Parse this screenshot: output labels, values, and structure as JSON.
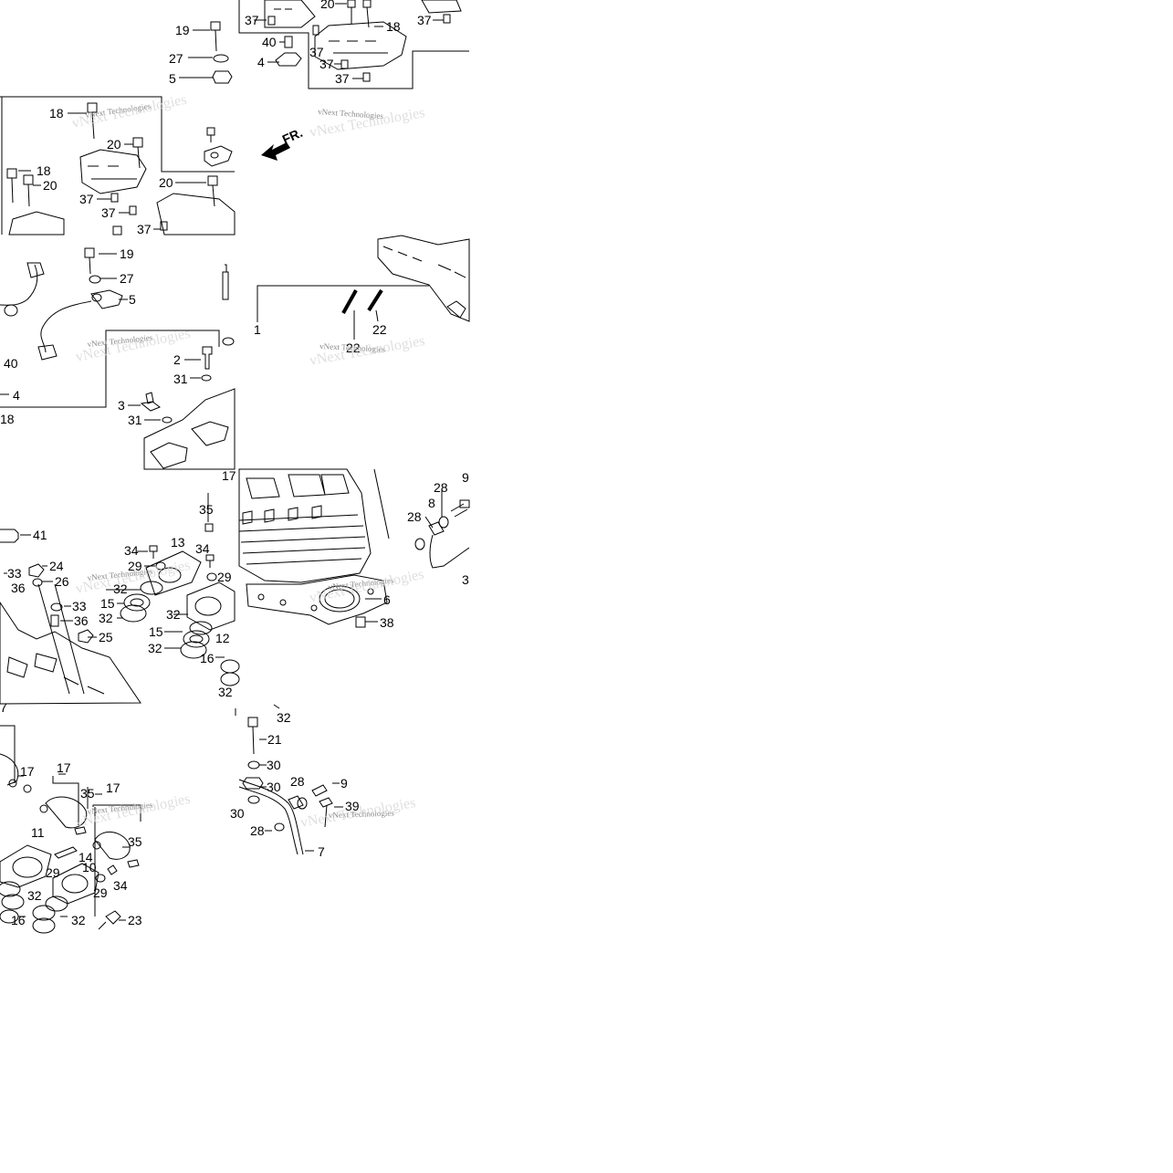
{
  "watermark": "vNext Technologies",
  "front_marker": "FR.",
  "callouts": [
    "1",
    "2",
    "3",
    "4",
    "5",
    "6",
    "7",
    "8",
    "9",
    "10",
    "11",
    "12",
    "13",
    "14",
    "15",
    "16",
    "17",
    "18",
    "19",
    "20",
    "21",
    "22",
    "23",
    "24",
    "25",
    "26",
    "27",
    "28",
    "29",
    "30",
    "31",
    "32",
    "33",
    "34",
    "35",
    "36",
    "37",
    "38",
    "39",
    "40",
    "41"
  ]
}
